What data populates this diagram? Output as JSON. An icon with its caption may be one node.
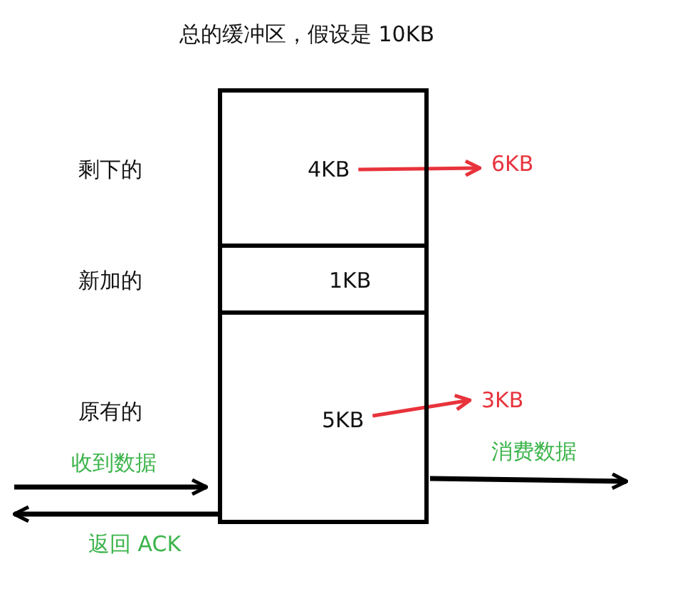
{
  "diagram": {
    "nodes": [
      {
        "text": [
          "总的缓冲区，假设是 10KB"
        ]
      },
      {
        "text": [
          "4KB"
        ],
        "in": 0
      },
      {
        "text": [
          "1KB"
        ],
        "in": 0
      },
      {
        "text": [
          "5KB"
        ],
        "in": 0
      },
      {
        "text": [
          "6KB"
        ]
      },
      {
        "text": [
          "3KB"
        ]
      }
    ],
    "edges": [
      {
        "from": 1,
        "to": 4,
        "arrow": "to",
        "color": "#e8333c"
      },
      {
        "from": 3,
        "to": 5,
        "arrow": "to",
        "color": "#e8333c"
      },
      {
        "from": null,
        "to": 0,
        "arrow": "to",
        "label": "收到数据"
      },
      {
        "from": 0,
        "to": null,
        "arrow": "to",
        "label": "返回 ACK"
      },
      {
        "from": 0,
        "to": null,
        "arrow": "to",
        "label": "消费数据"
      }
    ],
    "labels": [
      "剩下的",
      "新加的",
      "原有的"
    ]
  }
}
